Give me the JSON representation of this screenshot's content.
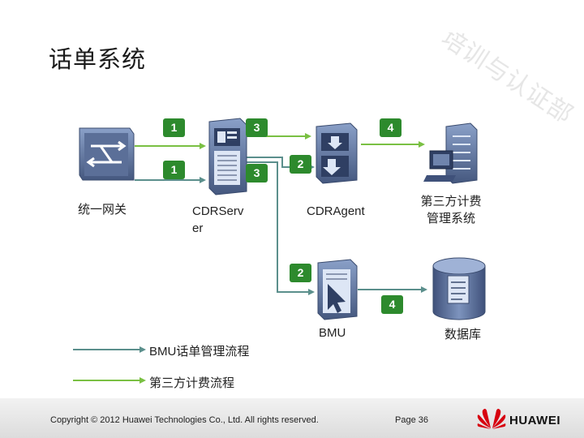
{
  "title": "话单系统",
  "watermark": "培训与认证部",
  "colors": {
    "green": "#7ac043",
    "teal": "#5b8f8c",
    "badge": "#2d8a2d",
    "brand": "#d7000f"
  },
  "nodes": {
    "gateway": {
      "label": "统一网关",
      "icon": "gateway-switch-icon"
    },
    "cdrserver": {
      "label_line1": "CDRServ",
      "label_line2": "er",
      "icon": "server-icon"
    },
    "cdragent": {
      "label": "CDRAgent",
      "icon": "agent-server-icon"
    },
    "billing": {
      "label_line1": "第三方计费",
      "label_line2": "管理系统",
      "icon": "workstation-icon"
    },
    "bmu": {
      "label": "BMU",
      "icon": "bmu-server-icon"
    },
    "database": {
      "label": "数据库",
      "icon": "database-icon"
    }
  },
  "steps": {
    "gw_top": "1",
    "gw_bottom": "1",
    "srv_top": "3",
    "srv_bottom": "3",
    "agent_top": "4",
    "agent_left": "2",
    "bmu_top": "2",
    "bmu_bottom": "4"
  },
  "legend": {
    "bmu_flow": "BMU话单管理流程",
    "third_party_flow": "第三方计费流程"
  },
  "footer": {
    "copyright": "Copyright © 2012 Huawei Technologies Co., Ltd. All rights reserved.",
    "page": "Page 36",
    "brand": "HUAWEI"
  }
}
